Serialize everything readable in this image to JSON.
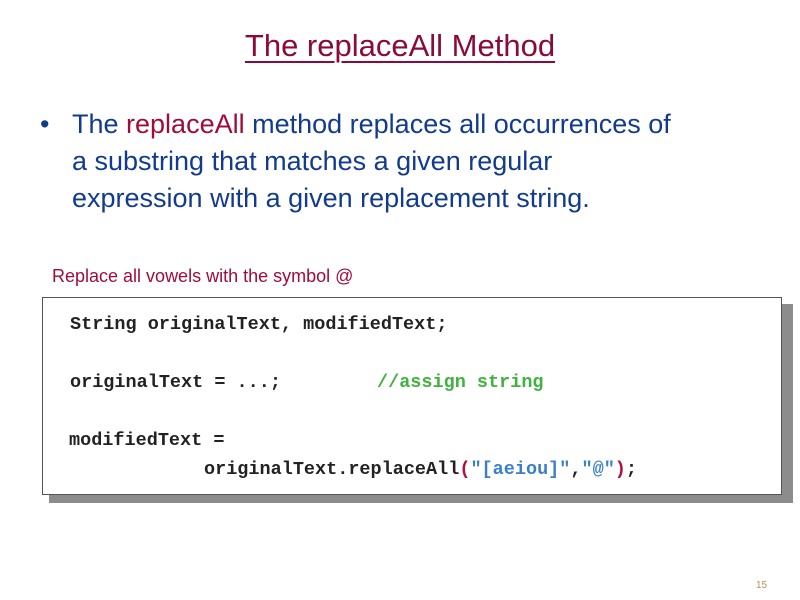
{
  "slide": {
    "title": "The replaceAll Method",
    "bullet": {
      "prefix": "The ",
      "highlight": "replaceAll",
      "rest_line1": " method replaces all occurrences of",
      "line2": "a substring that matches a given regular",
      "line3": "expression with a given replacement string."
    },
    "caption": "Replace all vowels with the symbol @",
    "code": {
      "line1": "String originalText, modifiedText;",
      "line2_code": "originalText = ...;",
      "line2_comment": "//assign string",
      "line3": "modifiedText =",
      "line4_call": "originalText.replaceAll",
      "line4_open": "(",
      "line4_arg1": "\"[aeiou]\"",
      "line4_comma": ",",
      "line4_arg2": "\"@\"",
      "line4_close": ")",
      "line4_end": ";"
    },
    "page_number": "15"
  }
}
